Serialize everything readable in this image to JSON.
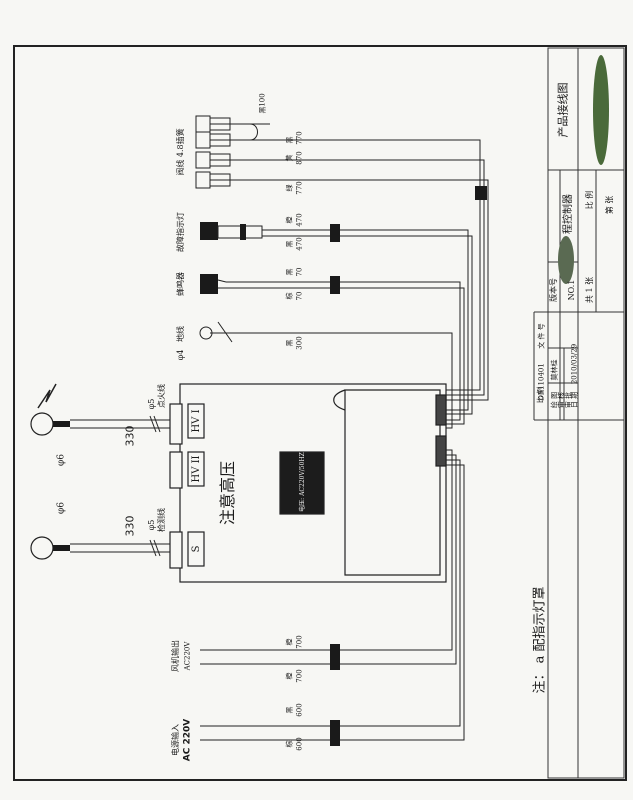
{
  "title_block": {
    "drawing_title": "产品接线图",
    "product": "程控制器",
    "doc_label": "文 件 号",
    "doc_no": "DR110401",
    "rows": [
      {
        "label": "比  例",
        "value": ""
      },
      {
        "label": "绘  图",
        "value": "莫林桂"
      },
      {
        "label": "审  核",
        "value": ""
      },
      {
        "label": "审  批",
        "value": ""
      },
      {
        "label": "日  期",
        "value": "2010/03/29"
      }
    ],
    "version_label": "版本号",
    "version": "NO.1",
    "ratio_label": "比  例",
    "sheets_total": "共 1 张",
    "sheet_no": "第  张"
  },
  "note": "注： a  配指示灯罩",
  "device": {
    "terminal_hv1": "HV I",
    "terminal_hv2": "HV II",
    "terminal_s": "S",
    "warning": "注意高压",
    "nameplate": "电压: AC220V/50HZ"
  },
  "top_wires": [
    {
      "name": "阀线  4.8插簧",
      "wires": [
        {
          "color": "黑",
          "len": "100"
        },
        {
          "color": "黑",
          "len": "770"
        },
        {
          "color": "黄",
          "len": "870"
        },
        {
          "color": "绿",
          "len": "770"
        }
      ]
    },
    {
      "name": "故障指示灯",
      "wires": [
        {
          "color": "橙",
          "len": "470"
        },
        {
          "color": "黑",
          "len": "470"
        }
      ]
    },
    {
      "name": "蜂鸣器",
      "wires": [
        {
          "color": "黑",
          "len": "70"
        },
        {
          "color": "棕",
          "len": "70"
        }
      ]
    },
    {
      "name": "地线",
      "size": "φ4",
      "wires": [
        {
          "color": "黑",
          "len": "300"
        }
      ]
    }
  ],
  "hv_leads": [
    {
      "name": "点火线",
      "len": "330",
      "ring": "φ6",
      "sleeve": "φ5"
    },
    {
      "name": "检测线",
      "len": "330",
      "ring": "φ6",
      "sleeve": "φ5"
    }
  ],
  "bottom_wires": [
    {
      "name": "风机输出",
      "spec": "AC220V",
      "wires": [
        {
          "color": "橙",
          "len": "700"
        },
        {
          "color": "橙",
          "len": "700"
        }
      ]
    },
    {
      "name": "电源输入",
      "spec": "AC 220V",
      "wires": [
        {
          "color": "黑",
          "len": "600"
        },
        {
          "color": "棕",
          "len": "600"
        }
      ]
    }
  ]
}
